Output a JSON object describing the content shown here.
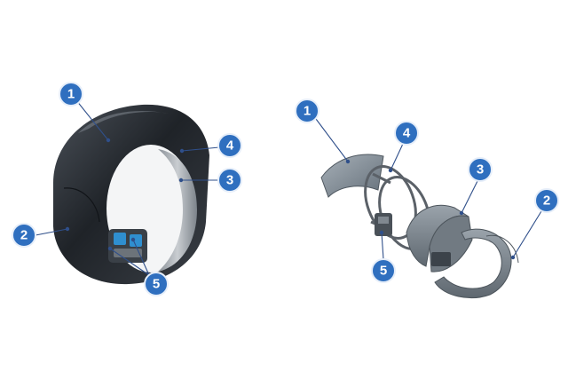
{
  "colors": {
    "callout_fill": "#2f6fbf",
    "callout_border": "#e6eef9",
    "leader": "#2f4f8a",
    "ring_outer": "#2b2f35",
    "ring_inner": "#6d747b",
    "part_shell": "#7d8790",
    "part_frame": "#5b6168"
  },
  "assembled_view": {
    "callouts": [
      {
        "label": "1"
      },
      {
        "label": "4"
      },
      {
        "label": "3"
      },
      {
        "label": "2"
      },
      {
        "label": "5"
      }
    ]
  },
  "exploded_view": {
    "callouts": [
      {
        "label": "1"
      },
      {
        "label": "4"
      },
      {
        "label": "3"
      },
      {
        "label": "2"
      },
      {
        "label": "5"
      }
    ]
  }
}
